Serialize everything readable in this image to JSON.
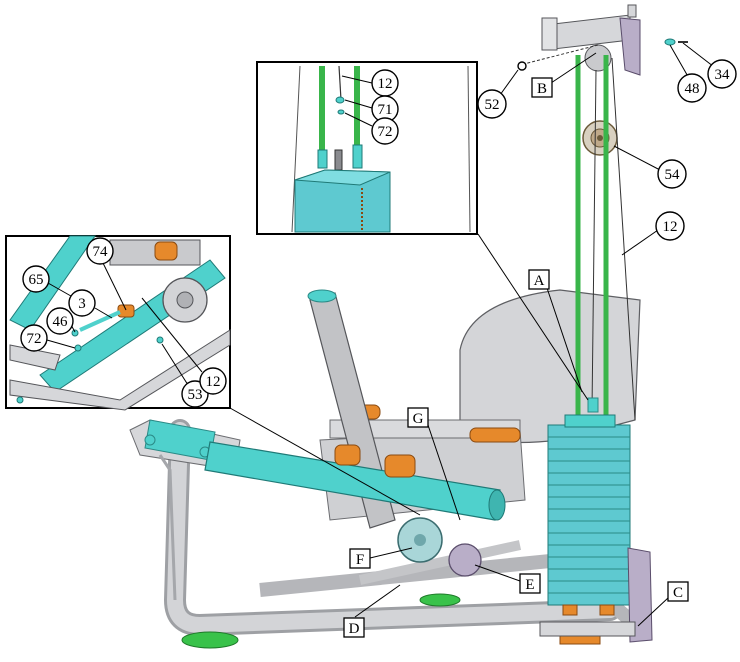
{
  "colors": {
    "guide_rod": "#39b54a",
    "cyan_tube": "#4fd1cc",
    "frame_grey": "#c8c9cc",
    "plate_purple": "#b9aec8",
    "orange_part": "#e6892b",
    "weight_plates": "#5ec9d0"
  },
  "callouts": {
    "c34": "34",
    "c48": "48",
    "c52": "52",
    "c54": "54",
    "c12_right": "12",
    "c12_top": "12",
    "c71": "71",
    "c72_top": "72",
    "c74": "74",
    "c65": "65",
    "c3": "3",
    "c46": "46",
    "c72_left": "72",
    "c53": "53",
    "c12_left": "12"
  },
  "letters": {
    "A": "A",
    "B": "B",
    "C": "C",
    "D": "D",
    "E": "E",
    "F": "F",
    "G": "G"
  }
}
